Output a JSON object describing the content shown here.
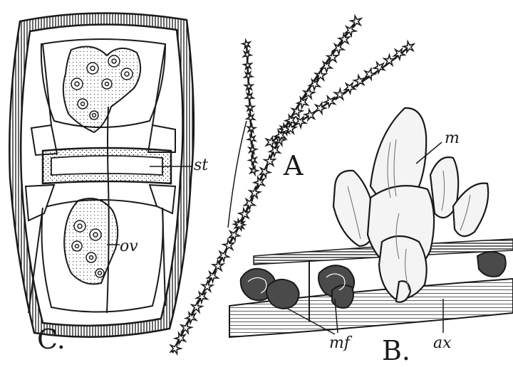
{
  "figure": {
    "panels": {
      "a": "A",
      "b": "B.",
      "c": "C."
    },
    "annotations": {
      "st": "st",
      "ov": "ov",
      "m": "m",
      "mf": "mf",
      "ax": "ax"
    }
  },
  "colors": {
    "ink": "#1a1a1a",
    "paper": "#ffffff",
    "shade": "#6a6a6a"
  }
}
